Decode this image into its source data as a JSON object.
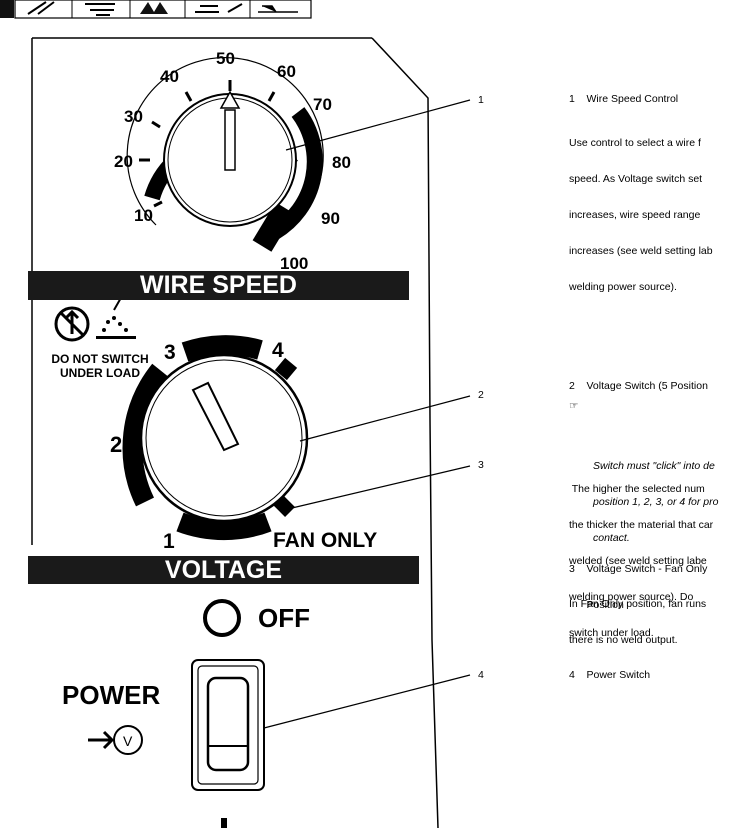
{
  "panel": {
    "wire_speed_title": "WIRE SPEED",
    "voltage_title": "VOLTAGE",
    "do_not_switch": "DO NOT SWITCH",
    "under_load": "UNDER LOAD",
    "power_label": "POWER",
    "off_label": "OFF",
    "power_v_symbol": "V",
    "wire_speed_scale": [
      "10",
      "20",
      "30",
      "40",
      "50",
      "60",
      "70",
      "80",
      "90",
      "100"
    ],
    "voltage_positions": [
      "1",
      "2",
      "3",
      "4",
      "FAN ONLY"
    ]
  },
  "callouts": [
    "1",
    "2",
    "3",
    "4"
  ],
  "descriptions": {
    "item1_title": "1    Wire Speed Control",
    "item1_body": [
      "Use control to select a wire f",
      "speed. As Voltage switch set",
      "increases, wire speed range",
      "increases (see weld setting lab",
      "welding power source)."
    ],
    "item2_title": "2    Voltage Switch (5 Position",
    "item2_note": [
      "Switch must \"click\" into de",
      "position 1, 2, 3, or 4 for pro",
      "contact."
    ],
    "item2_body": [
      " The higher the selected num",
      "the thicker the material that car",
      "welded (see weld setting labe",
      "welding power source). Do",
      "switch under load."
    ],
    "item3_title": [
      "3    Voltage Switch - Fan Only",
      "      Position"
    ],
    "item3_body": [
      "In Fan Only position, fan runs",
      "there is no weld output."
    ],
    "item4_title": "4    Power Switch"
  }
}
